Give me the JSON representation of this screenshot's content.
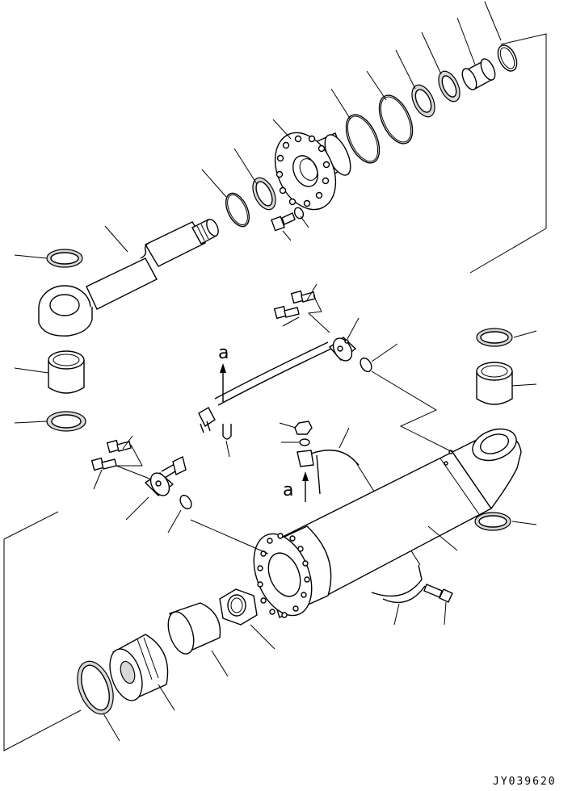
{
  "diagram": {
    "view_label_top": "a",
    "view_label_mid": "a",
    "drawing_code": "JY039620"
  }
}
